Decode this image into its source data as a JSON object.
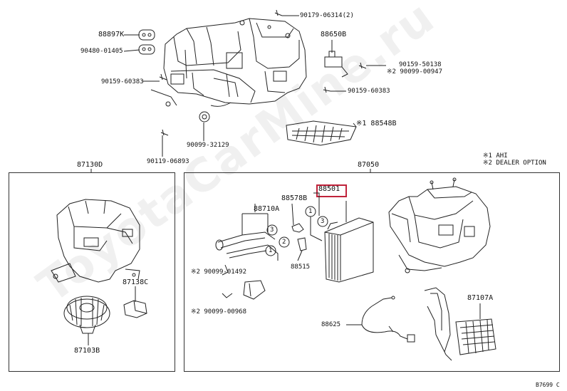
{
  "watermark": "ToyotaCarMine.ru",
  "notes": {
    "n1": "※1 AHI",
    "n2": "※2 DEALER OPTION"
  },
  "groups": {
    "left": "87130D",
    "right": "87050"
  },
  "top_labels": {
    "a": "90179-06314(2)",
    "b": "88897K",
    "c": "90480-01405",
    "d": "88650B",
    "e": "90159-50138",
    "f": "※2 90099-00947",
    "g": "90159-60383",
    "h": "90159-60383",
    "i": "90099-32129",
    "j": "※1 88548B",
    "k": "90119-06893"
  },
  "left_labels": {
    "a": "87138C",
    "b": "87103B"
  },
  "right_labels": {
    "hl": "88501",
    "a": "88578B",
    "b": "88710A",
    "c": "88515",
    "d": "※2 90099-01492",
    "e": "※2 90099-00968",
    "f": "88625",
    "g": "87107A"
  },
  "callouts": {
    "one": "1",
    "two": "2",
    "three": "3"
  },
  "footer": "B7699 C"
}
